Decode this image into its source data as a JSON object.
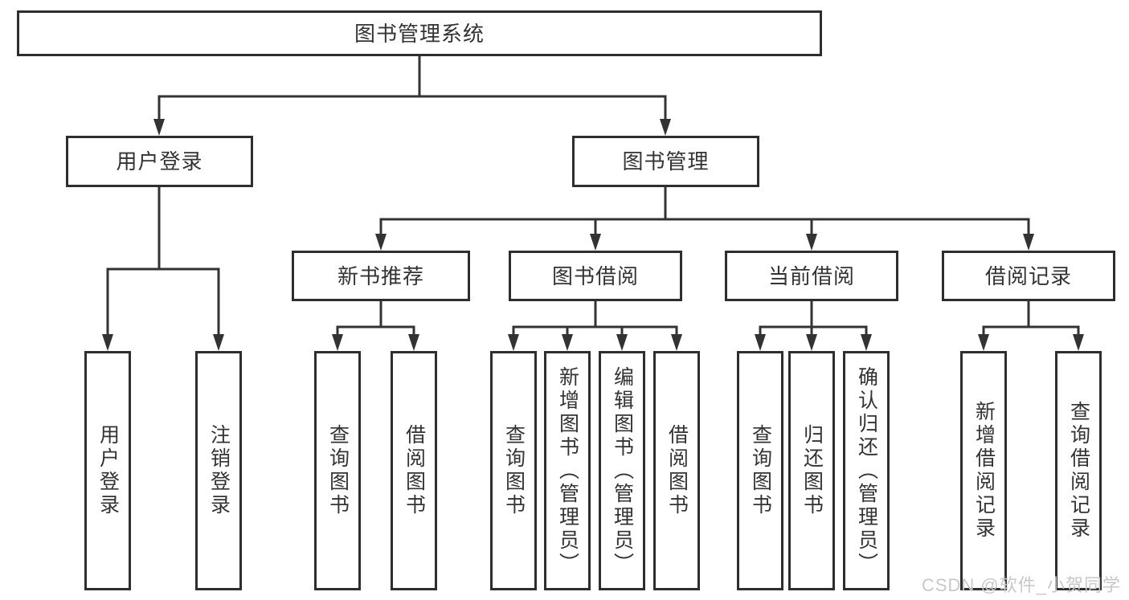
{
  "diagram": {
    "title": "图书管理系统",
    "level2": [
      {
        "label": "用户登录",
        "leaves": [
          "用户登录",
          "注销登录"
        ]
      },
      {
        "label": "图书管理",
        "children": [
          {
            "label": "新书推荐",
            "leaves": [
              "查询图书",
              "借阅图书"
            ]
          },
          {
            "label": "图书借阅",
            "leaves": [
              "查询图书",
              "新增图书（管理员）",
              "编辑图书（管理员）",
              "借阅图书"
            ]
          },
          {
            "label": "当前借阅",
            "leaves": [
              "查询图书",
              "归还图书",
              "确认归还（管理员）"
            ]
          },
          {
            "label": "借阅记录",
            "leaves": [
              "新增借阅记录",
              "查询借阅记录"
            ]
          }
        ]
      }
    ]
  },
  "watermark": {
    "text": "CSDN @软件_小贺同学"
  },
  "colors": {
    "line": "#333333",
    "box_border": "#2e2e2e",
    "text": "#333333",
    "watermark": "#c8c8c8",
    "background": "#ffffff"
  }
}
